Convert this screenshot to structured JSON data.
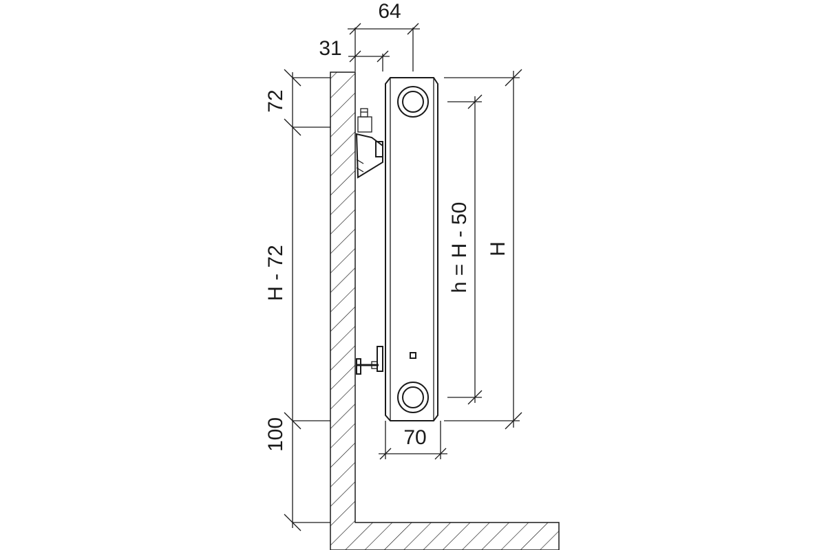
{
  "dimensions": {
    "depth_total": "64",
    "wall_gap": "31",
    "top_offset": "72",
    "bracket_span": "H - 72",
    "floor_clearance": "100",
    "pipe_spacing": "h = H - 50",
    "overall_height": "H",
    "bottom_depth": "70"
  },
  "colors": {
    "line": "#1a1a1a",
    "background": "#ffffff"
  }
}
